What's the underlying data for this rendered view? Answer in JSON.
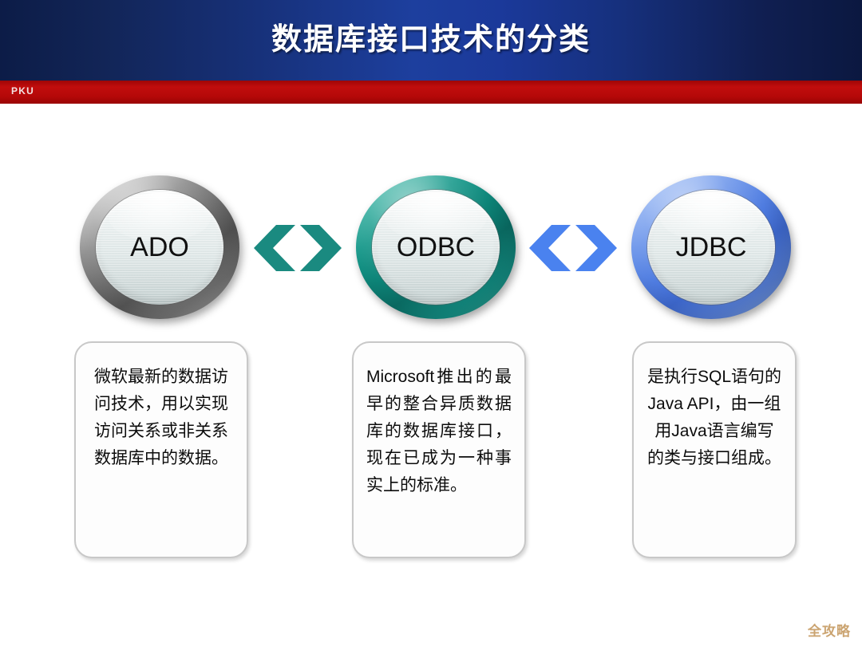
{
  "header": {
    "title": "数据库接口技术的分类",
    "logo": "PKU",
    "bg_gradient_dark": "#0c1c47",
    "bg_gradient_light": "#1d3f9e",
    "accent_bar_color": "#b40808"
  },
  "diagram": {
    "nodes": [
      {
        "id": "ado",
        "label": "ADO",
        "ring_color": "#6d6d6d",
        "description": "微软最新的数据访问技术，用以实现访问关系或非关系数据库中的数据。"
      },
      {
        "id": "odbc",
        "label": "ODBC",
        "ring_color": "#0c8276",
        "description": "Microsoft推出的最早的整合异质数据库的数据库接口，现在已成为一种事实上的标准。"
      },
      {
        "id": "jdbc",
        "label": "JDBC",
        "ring_color": "#4f7ce0",
        "description": "是执行SQL语句的Java API，由一组用Java语言编写的类与接口组成。"
      }
    ],
    "connectors": [
      {
        "id": "ado-odbc",
        "icon": "double-chevron-icon",
        "color": "#1a8a80"
      },
      {
        "id": "odbc-jdbc",
        "icon": "double-chevron-icon",
        "color": "#4a82ef"
      }
    ]
  },
  "watermark": {
    "text": "全攻略",
    "color": "#c9a06a"
  }
}
